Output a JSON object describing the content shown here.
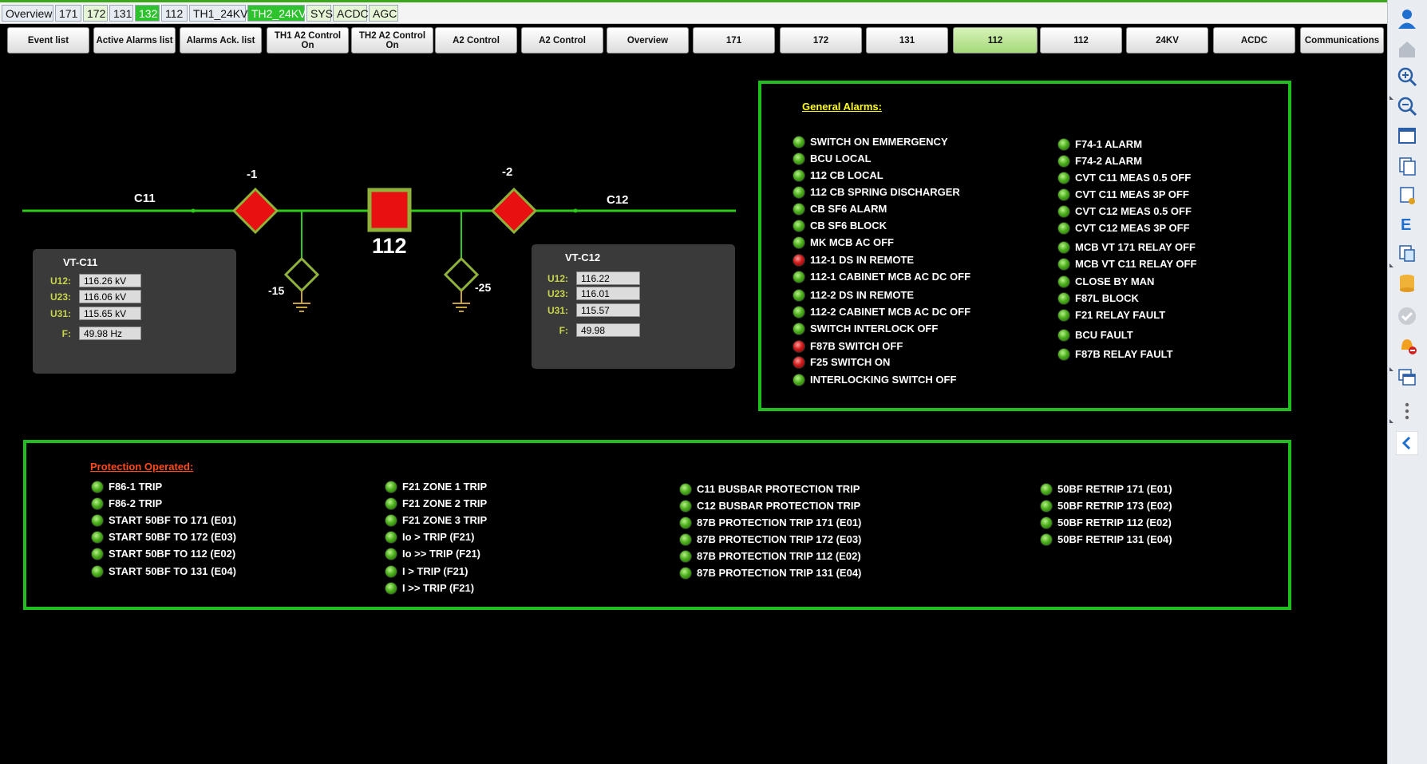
{
  "top_tabs": [
    {
      "label": "Overview",
      "state": "normal"
    },
    {
      "label": "171",
      "state": "normal"
    },
    {
      "label": "172",
      "state": "light"
    },
    {
      "label": "131",
      "state": "normal"
    },
    {
      "label": "132",
      "state": "active"
    },
    {
      "label": "112",
      "state": "normal"
    },
    {
      "label": "TH1_24KV",
      "state": "normal"
    },
    {
      "label": "TH2_24KV",
      "state": "active"
    },
    {
      "label": "SYS",
      "state": "light"
    },
    {
      "label": "ACDC",
      "state": "light"
    },
    {
      "label": "AGC",
      "state": "light"
    }
  ],
  "toolbar_buttons": [
    {
      "label": "Event list"
    },
    {
      "label": "Active Alarms list"
    },
    {
      "label": "Alarms Ack. list"
    },
    {
      "label": "TH1 A2 Control On"
    },
    {
      "label": "TH2 A2 Control On"
    },
    {
      "label": "A2 Control"
    },
    {
      "label": "A2 Control"
    },
    {
      "label": "Overview"
    },
    {
      "label": "171"
    },
    {
      "label": "172"
    },
    {
      "label": "131"
    },
    {
      "label": "112",
      "active": true
    },
    {
      "label": "112"
    },
    {
      "label": "24KV"
    },
    {
      "label": "ACDC"
    },
    {
      "label": "Communications"
    }
  ],
  "side_toolbar": [
    "user-icon",
    "home-icon",
    "zoom-in-icon",
    "zoom-out-icon",
    "fit-screen-icon",
    "pages-icon",
    "print-icon",
    "export-icon",
    "copy-icon",
    "database-icon",
    "acknowledge-icon",
    "alarm-bell-icon",
    "windows-icon",
    "more-icon",
    "collapse-icon"
  ],
  "sld": {
    "bus_left": "C11",
    "bus_right": "C12",
    "breaker": "112",
    "ds_left": "-1",
    "ds_right": "-2",
    "es_left": "-15",
    "es_right": "-25",
    "line_color": "#2ecc1a",
    "vt_c11": {
      "title": "VT-C11",
      "rows": [
        {
          "label": "U12:",
          "value": "116.26 kV"
        },
        {
          "label": "U23:",
          "value": "116.06 kV"
        },
        {
          "label": "U31:",
          "value": "115.65 kV"
        },
        {
          "label": "F:",
          "value": "49.98 Hz"
        }
      ]
    },
    "vt_c12": {
      "title": "VT-C12",
      "rows": [
        {
          "label": "U12:",
          "value": "116.22"
        },
        {
          "label": "U23:",
          "value": "116.01"
        },
        {
          "label": "U31:",
          "value": "115.57"
        },
        {
          "label": "F:",
          "value": "49.98"
        }
      ]
    }
  },
  "general_alarms": {
    "title": "General Alarms:",
    "col1": [
      {
        "text": "SWITCH ON EMMERGENCY",
        "status": "green"
      },
      {
        "text": "BCU LOCAL",
        "status": "green"
      },
      {
        "text": "112 CB LOCAL",
        "status": "green"
      },
      {
        "text": "112 CB SPRING DISCHARGER",
        "status": "green"
      },
      {
        "text": "CB SF6 ALARM",
        "status": "green"
      },
      {
        "text": "CB SF6 BLOCK",
        "status": "green"
      },
      {
        "text": "MK MCB AC OFF",
        "status": "green"
      },
      {
        "text": "112-1 DS IN REMOTE",
        "status": "red"
      },
      {
        "text": "112-1 CABINET MCB AC DC OFF",
        "status": "green"
      },
      {
        "text": "112-2 DS IN REMOTE",
        "status": "green"
      },
      {
        "text": "112-2 CABINET MCB AC DC OFF",
        "status": "green"
      },
      {
        "text": "SWITCH INTERLOCK OFF",
        "status": "green"
      },
      {
        "text": "F87B SWITCH OFF",
        "status": "red"
      },
      {
        "text": "F25 SWITCH ON",
        "status": "red"
      },
      {
        "text": "INTERLOCKING SWITCH OFF",
        "status": "green"
      }
    ],
    "col2": [
      {
        "text": "F74-1 ALARM",
        "status": "green"
      },
      {
        "text": "F74-2 ALARM",
        "status": "green"
      },
      {
        "text": "CVT C11 MEAS 0.5 OFF",
        "status": "green"
      },
      {
        "text": "CVT C11 MEAS 3P OFF",
        "status": "green"
      },
      {
        "text": "CVT C12 MEAS 0.5 OFF",
        "status": "green"
      },
      {
        "text": "CVT C12 MEAS 3P OFF",
        "status": "green"
      },
      {
        "text": "MCB VT 171 RELAY OFF",
        "status": "green"
      },
      {
        "text": "MCB VT C11 RELAY OFF",
        "status": "green"
      },
      {
        "text": "CLOSE BY MAN",
        "status": "green"
      },
      {
        "text": "F87L BLOCK",
        "status": "green"
      },
      {
        "text": "F21 RELAY FAULT",
        "status": "green"
      },
      {
        "text": "BCU FAULT",
        "status": "green"
      },
      {
        "text": "F87B RELAY FAULT",
        "status": "green"
      }
    ]
  },
  "protection_operated": {
    "title": "Protection Operated:",
    "col1": [
      "F86-1 TRIP",
      "F86-2 TRIP",
      "START 50BF TO 171 (E01)",
      "START 50BF TO 172 (E03)",
      "START 50BF TO 112 (E02)",
      "START 50BF TO 131 (E04)"
    ],
    "col2": [
      "F21 ZONE 1 TRIP",
      "F21 ZONE 2 TRIP",
      "F21 ZONE 3 TRIP",
      "Io > TRIP (F21)",
      "Io >> TRIP (F21)",
      "I > TRIP (F21)",
      "I >> TRIP (F21)"
    ],
    "col3": [
      "C11 BUSBAR PROTECTION TRIP",
      "C12 BUSBAR PROTECTION TRIP",
      "87B PROTECTION TRIP 171 (E01)",
      "87B PROTECTION TRIP 172 (E03)",
      "87B PROTECTION TRIP 112 (E02)",
      "87B PROTECTION TRIP 131 (E04)"
    ],
    "col4": [
      "50BF RETRIP 171 (E01)",
      "50BF RETRIP 173 (E02)",
      "50BF RETRIP 112 (E02)",
      "50BF RETRIP 131 (E04)"
    ]
  }
}
